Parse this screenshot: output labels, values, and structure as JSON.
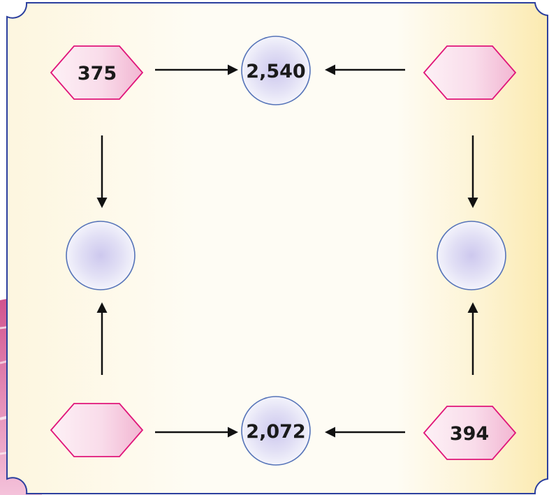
{
  "diagram": {
    "top_left_hexagon": "375",
    "top_center_circle": "2,540",
    "top_right_hexagon": "",
    "middle_left_circle": "",
    "middle_right_circle": "",
    "bottom_left_hexagon": "",
    "bottom_center_circle": "2,072",
    "bottom_right_hexagon": "394"
  },
  "colors": {
    "hexagon_stroke": "#e0157a",
    "circle_stroke": "#5573b8",
    "arrow": "#111111",
    "panel_stroke": "#2b3f9e",
    "panel_fill": "#fdf9ec",
    "panel_right_band": "#fbedb8",
    "side_decoration": "#d25a93"
  }
}
